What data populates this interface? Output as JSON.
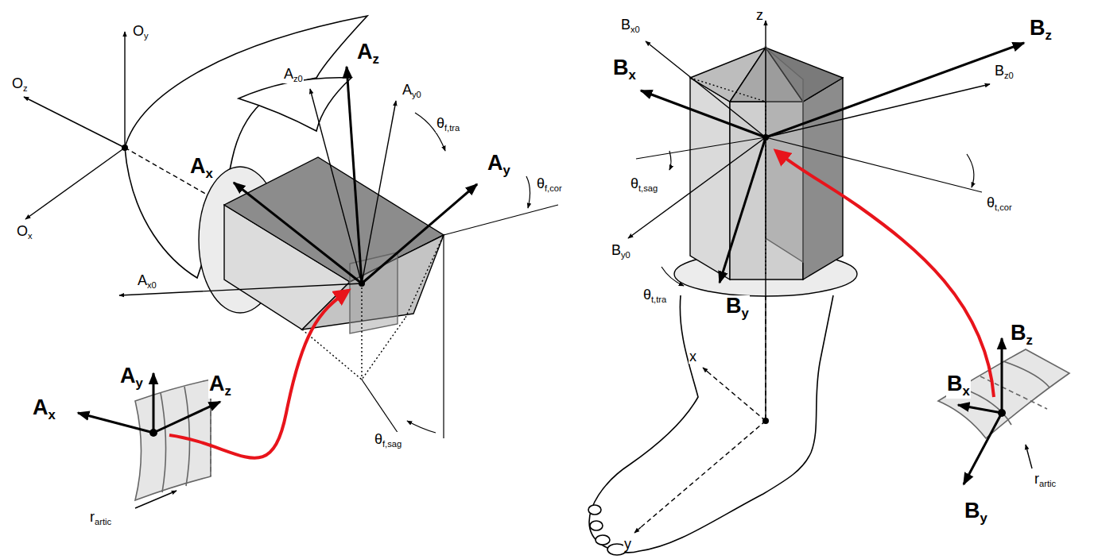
{
  "diagram": {
    "labels": [
      "Oy",
      "Oz",
      "Ox",
      "Az0",
      "Az",
      "Ay0",
      "θf,tra",
      "Ay",
      "θf,cor",
      "Ax",
      "Ax0",
      "θf,sag",
      "Ay",
      "Ax",
      "Az",
      "rartic",
      "Bx0",
      "z",
      "Bz",
      "Bx",
      "Bz0",
      "θt,sag",
      "θt,cor",
      "By0",
      "θt,tra",
      "By",
      "x",
      "Bz",
      "Bx",
      "By",
      "rartic",
      "y"
    ]
  }
}
